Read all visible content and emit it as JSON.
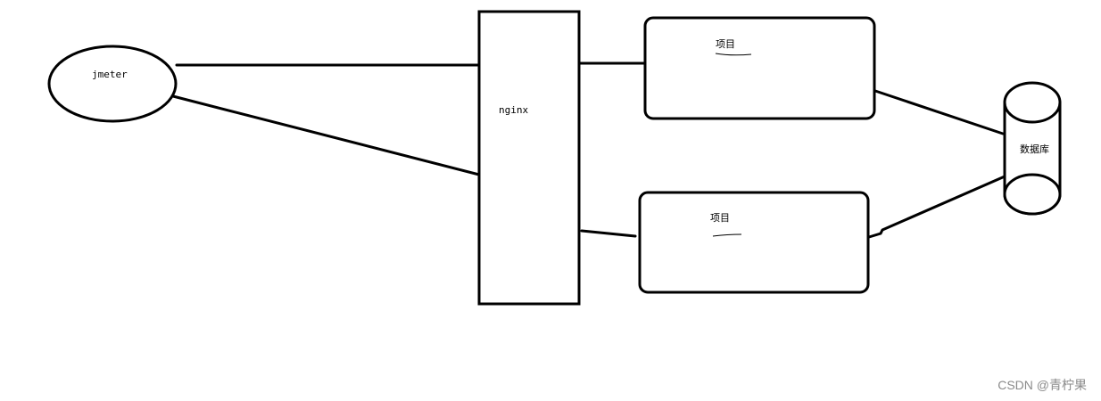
{
  "nodes": {
    "jmeter": {
      "label": "jmeter"
    },
    "nginx": {
      "label": "nginx"
    },
    "project_top": {
      "label": "项目"
    },
    "project_bottom": {
      "label": "项目"
    },
    "database": {
      "label": "数据库"
    }
  },
  "watermark": "CSDN @青柠果"
}
